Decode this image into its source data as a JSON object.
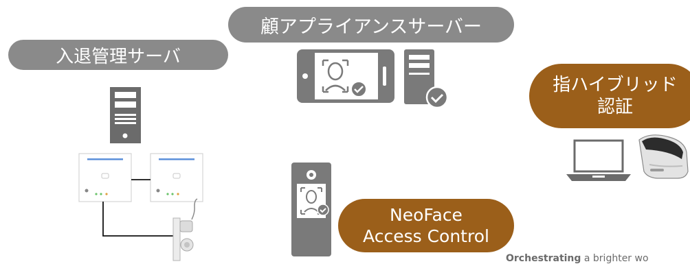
{
  "labels": {
    "entry_server": "入退管理サーバ",
    "face_server": "顧アプライアンスサーバー",
    "finger_auth": "指ハイブリッド\n認証",
    "neoface": "NeoFace\nAccess Control"
  },
  "tagline": {
    "bold": "Orchestrating",
    "rest": " a brighter wo"
  },
  "colors": {
    "gray_pill": "#8a8a8a",
    "brown_pill": "#9b5f1a",
    "device_gray": "#808080",
    "device_dark": "#6b6b6b",
    "panel_blue": "#5b8fd9"
  }
}
